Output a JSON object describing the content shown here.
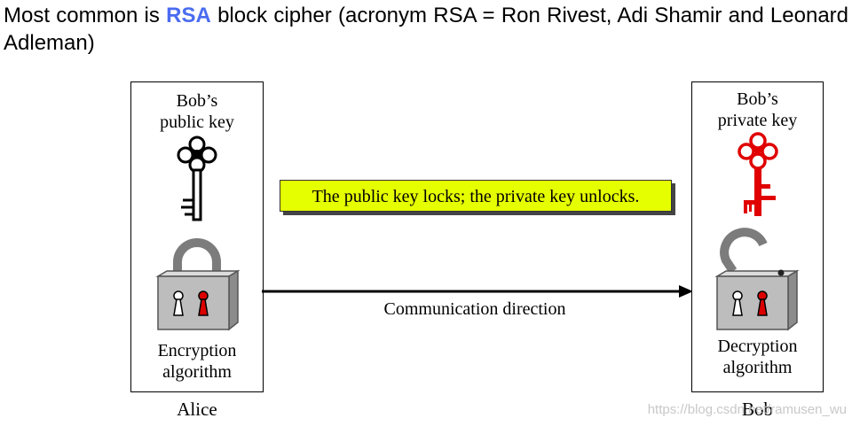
{
  "headline": {
    "prefix": "Most common is ",
    "highlight": "RSA",
    "suffix": " block cipher (acronym RSA = Ron Rivest, Adi Shamir and Leonard Adleman)"
  },
  "alice_box": {
    "key_label_line1": "Bob’s",
    "key_label_line2": "public key",
    "algo_label_line1": "Encryption",
    "algo_label_line2": "algorithm",
    "name": "Alice"
  },
  "bob_box": {
    "key_label_line1": "Bob’s",
    "key_label_line2": "private key",
    "algo_label_line1": "Decryption",
    "algo_label_line2": "algorithm",
    "name": "Bob"
  },
  "banner_text": "The public key locks; the private key unlocks.",
  "communication_label": "Communication direction",
  "watermark": "https://blog.csdn.net/ramusen_wu",
  "colors": {
    "rsa_highlight": "#4a6cf0",
    "banner_bg": "#e6ff00",
    "private_key": "#e00000",
    "lock_body": "#bdbdbd"
  },
  "icons": [
    "public-key-icon",
    "private-key-icon",
    "closed-lock-icon",
    "open-lock-icon",
    "arrow-right-icon"
  ]
}
